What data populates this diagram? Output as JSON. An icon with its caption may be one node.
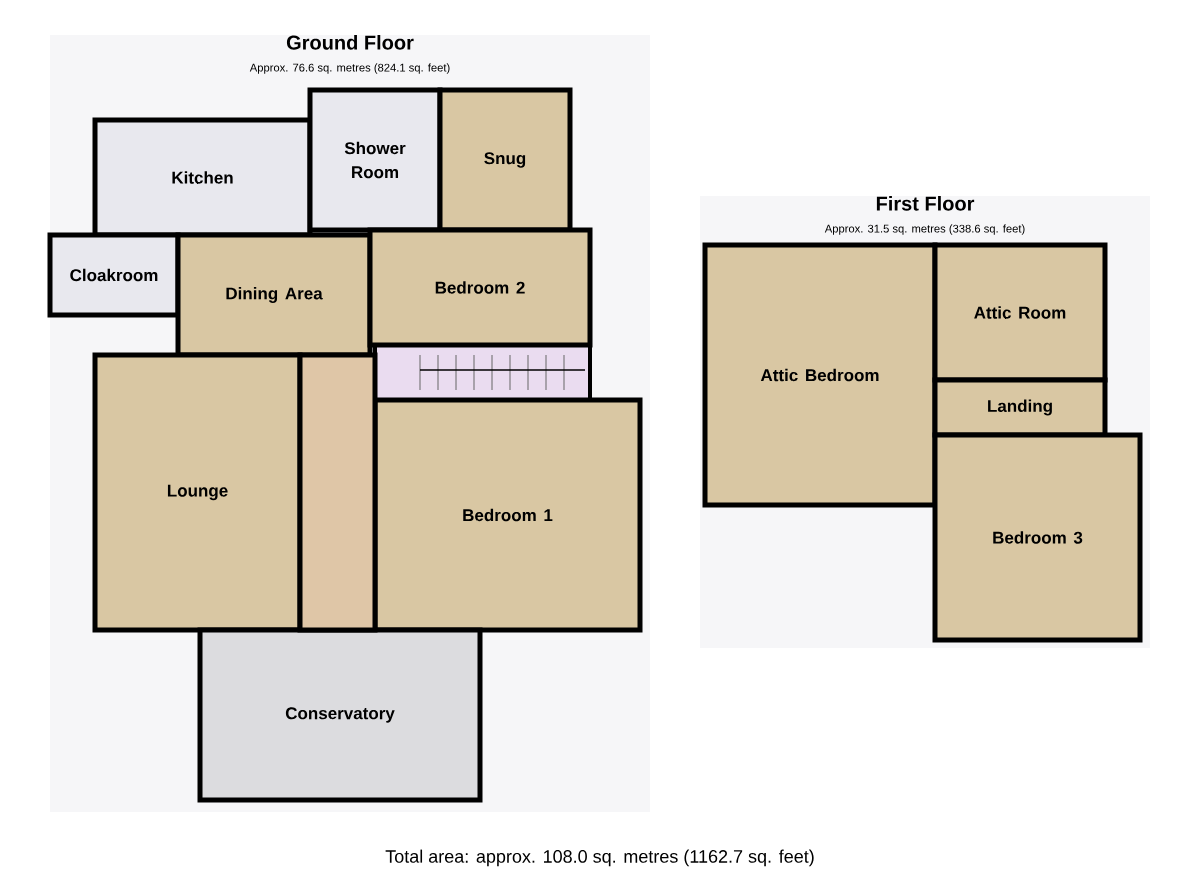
{
  "diagram": {
    "caption": "Total area: approx. 108.0 sq. metres (1162.7 sq. feet)",
    "nodes": [
      {
        "text": [
          "Ground Floor",
          "Approx. 76.6 sq. metres (824.1 sq. feet)"
        ]
      },
      {
        "text": [
          "Kitchen"
        ],
        "in": 0
      },
      {
        "text": [
          "Shower Room"
        ],
        "in": 0
      },
      {
        "text": [
          "Snug"
        ],
        "in": 0
      },
      {
        "text": [
          "Cloakroom"
        ],
        "in": 0
      },
      {
        "text": [
          "Dining Area"
        ],
        "in": 0
      },
      {
        "text": [
          "Bedroom 2"
        ],
        "in": 0
      },
      {
        "text": [
          "Lounge"
        ],
        "in": 0
      },
      {
        "text": [
          "Bedroom 1"
        ],
        "in": 0
      },
      {
        "text": [
          "Conservatory"
        ],
        "in": 0
      },
      {
        "text": [
          "First Floor",
          "Approx. 31.5 sq. metres (338.6 sq. feet)"
        ]
      },
      {
        "text": [
          "Attic Bedroom"
        ],
        "in": 10
      },
      {
        "text": [
          "Attic Room"
        ],
        "in": 10
      },
      {
        "text": [
          "Landing"
        ],
        "in": 10
      },
      {
        "text": [
          "Bedroom 3"
        ],
        "in": 10
      },
      {
        "text": [],
        "shape": "box",
        "in": 0
      }
    ]
  }
}
